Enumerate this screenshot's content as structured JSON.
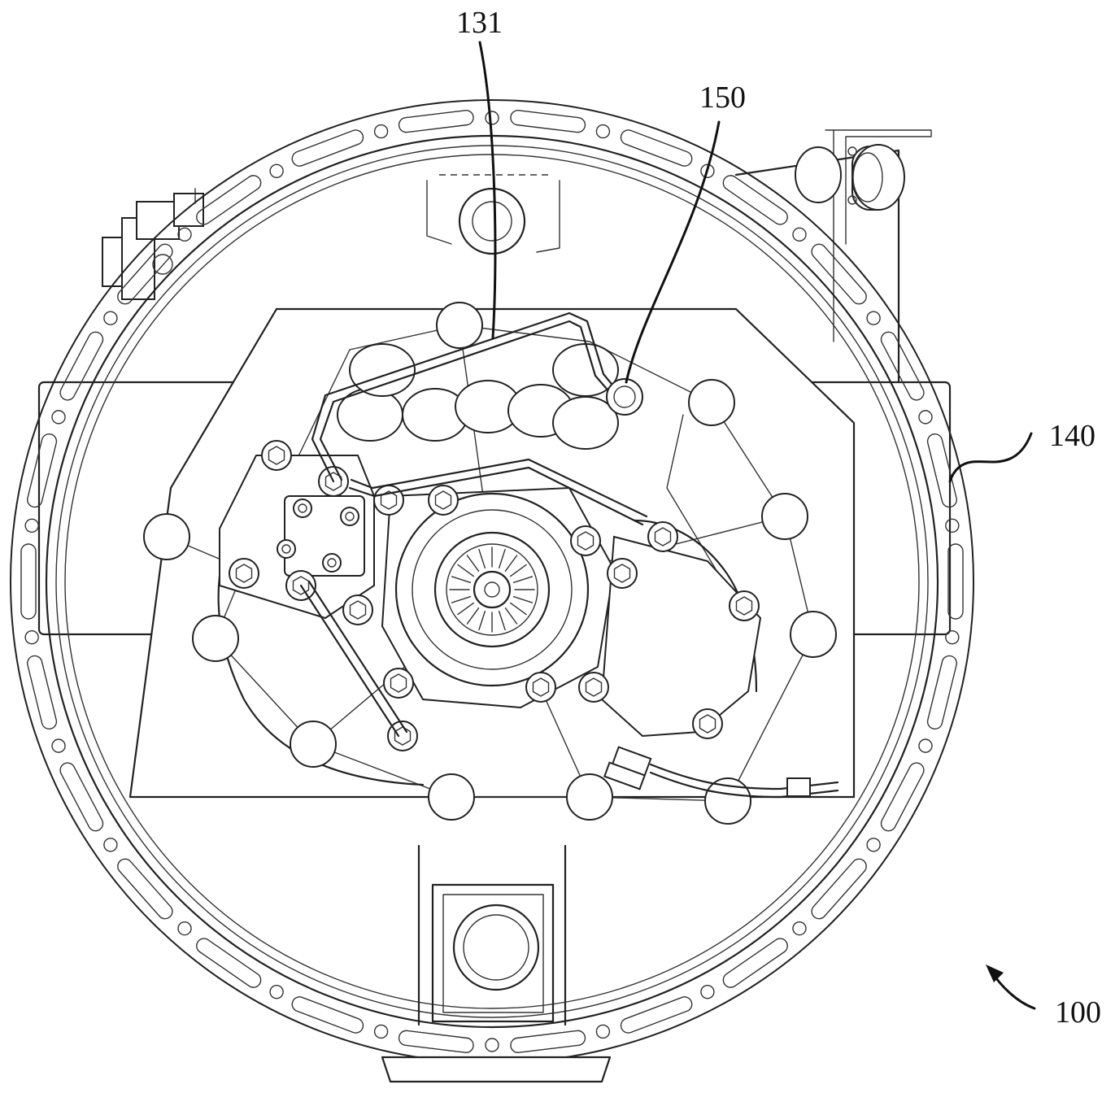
{
  "figure": {
    "labels": [
      {
        "id": "131",
        "text": "131"
      },
      {
        "id": "150",
        "text": "150"
      },
      {
        "id": "140",
        "text": "140"
      },
      {
        "id": "100",
        "text": "100"
      }
    ]
  }
}
